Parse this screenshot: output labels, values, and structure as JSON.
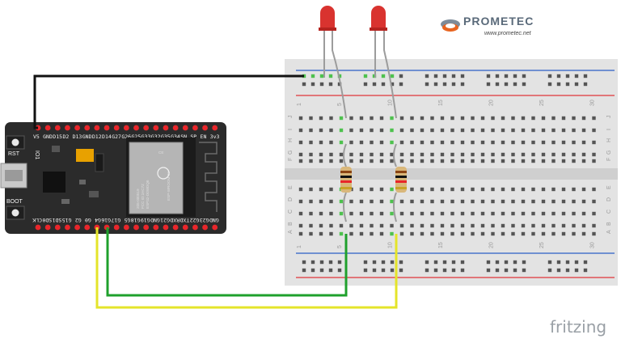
{
  "board": {
    "top_pin_labels": [
      "V5",
      "GND",
      "D15",
      "D2",
      "D13",
      "GND",
      "D12",
      "D14",
      "G27",
      "G26",
      "G25",
      "G33",
      "G32",
      "G35",
      "G34",
      "SN",
      "SP",
      "EN",
      "3v3"
    ],
    "bottom_pin_labels": [
      "CLK",
      "SD0",
      "SD1",
      "G15",
      "G2",
      "G0",
      "G4",
      "G16",
      "G17",
      "G5",
      "G18",
      "G19",
      "GND",
      "G21",
      "RXD",
      "TXD",
      "G22",
      "G23",
      "GND"
    ],
    "io_label": "IO1",
    "rst_label": "RST",
    "boot_label": "BOOT",
    "module_lines": [
      "ESP-WROOM-32",
      "ESP32-D0WDQ6",
      "FCC ID:2AC7Z",
      "205-000519",
      "CE"
    ]
  },
  "breadboard": {
    "column_numbers": [
      "1",
      "5",
      "10",
      "15",
      "20",
      "25",
      "30"
    ],
    "row_letters_top": [
      "J",
      "I",
      "H",
      "G",
      "F"
    ],
    "row_letters_bottom": [
      "E",
      "D",
      "C",
      "B",
      "A"
    ]
  },
  "brand": {
    "name": "PROMETEC",
    "url": "www.prometec.net"
  },
  "watermark": "fritzing",
  "colors": {
    "pcb": "#2b2b2b",
    "header_pin": "#e8262b",
    "module_shield": "#b5b5b5",
    "breadboard": "#e3e3e3",
    "rail_red": "#e0363a",
    "rail_blue": "#2c5ec6",
    "led": "#d9332f",
    "wire_black": "#111111",
    "wire_green": "#1fa02c",
    "wire_yellow": "#e4e42a",
    "hole_connected": "#4ec14e"
  },
  "parts": {
    "led_count": 2,
    "resistor_count": 2
  }
}
